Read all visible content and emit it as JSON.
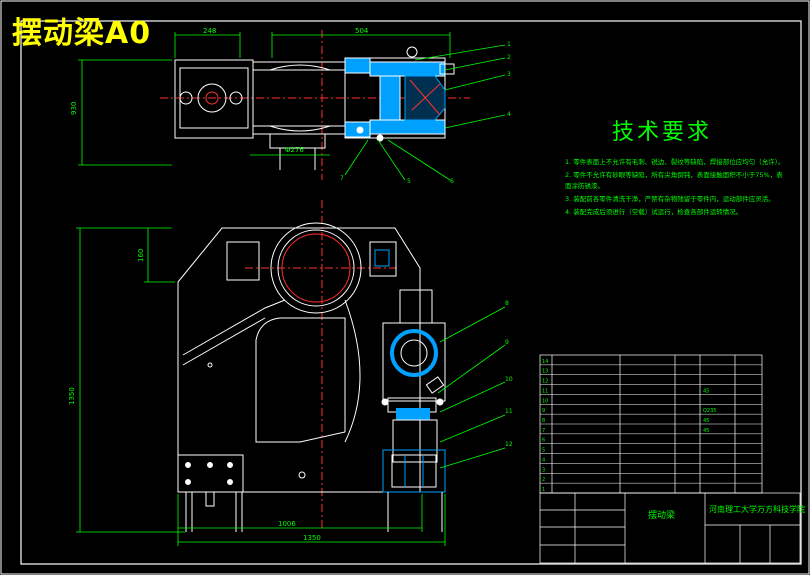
{
  "header": {
    "title": "摆动梁A0"
  },
  "tech_requirements": {
    "title": "技术要求",
    "notes": [
      "1. 零件表面上不允许有毛刺、锐边、裂纹等缺陷，焊接部位应均匀（允许）。",
      "2. 零件不允许有砂眼等缺陷，所有尖角倒钝，表面接触面积不小于75%，表面涂防锈漆。",
      "3. 装配前各零件清洗干净，严禁有杂物残留于零件内，运动部件应灵活。",
      "4. 装配完成后须进行（空载）试运行，检查各部件运转情况。"
    ]
  },
  "dimensions": {
    "top_width_1": "248",
    "top_width_2": "504",
    "top_height": "930",
    "top_bottom": "Φ276",
    "front_height": "1350",
    "front_small": "160",
    "front_width_1": "1006",
    "front_width_2": "1350"
  },
  "balloons": [
    "1",
    "2",
    "3",
    "4",
    "5",
    "6",
    "7",
    "8",
    "9",
    "10",
    "11",
    "12"
  ],
  "title_block": {
    "drawing_name": "摆动梁",
    "company": "河南理工大学万方科技学院",
    "rows": [
      {
        "no": "14",
        "code": "",
        "name": "",
        "qty": "",
        "mat": ""
      },
      {
        "no": "13",
        "code": "",
        "name": "",
        "qty": "",
        "mat": ""
      },
      {
        "no": "12",
        "code": "",
        "name": "",
        "qty": "",
        "mat": ""
      },
      {
        "no": "11",
        "code": "",
        "name": "",
        "qty": "",
        "mat": "45"
      },
      {
        "no": "10",
        "code": "",
        "name": "",
        "qty": "",
        "mat": ""
      },
      {
        "no": "9",
        "code": "",
        "name": "",
        "qty": "",
        "mat": "Q235"
      },
      {
        "no": "8",
        "code": "",
        "name": "",
        "qty": "",
        "mat": "45"
      },
      {
        "no": "7",
        "code": "",
        "name": "",
        "qty": "",
        "mat": "45"
      },
      {
        "no": "6",
        "code": "",
        "name": "",
        "qty": "",
        "mat": ""
      },
      {
        "no": "5",
        "code": "",
        "name": "",
        "qty": "",
        "mat": ""
      },
      {
        "no": "4",
        "code": "",
        "name": "",
        "qty": "",
        "mat": ""
      },
      {
        "no": "3",
        "code": "",
        "name": "",
        "qty": "",
        "mat": ""
      },
      {
        "no": "2",
        "code": "",
        "name": "",
        "qty": "",
        "mat": ""
      },
      {
        "no": "1",
        "code": "",
        "name": "",
        "qty": "",
        "mat": ""
      }
    ]
  }
}
